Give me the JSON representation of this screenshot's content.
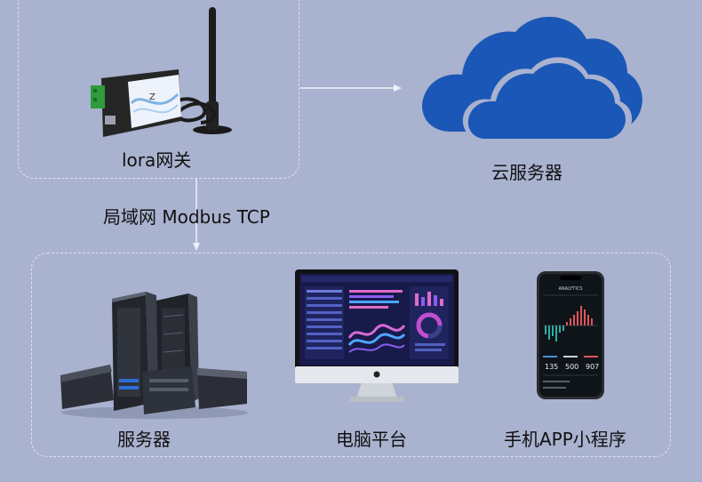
{
  "gateway": {
    "label": "lora网关"
  },
  "cloud": {
    "label": "云服务器"
  },
  "connection": {
    "label": "局域网 Modbus TCP"
  },
  "devices": {
    "server": {
      "label": "服务器"
    },
    "pc": {
      "label": "电脑平台"
    },
    "phone": {
      "label": "手机APP小程序",
      "screen_title": "ANALYTICS",
      "stats": [
        "135",
        "500",
        "907"
      ]
    }
  },
  "colors": {
    "background": "#a9b2cf",
    "cloud": "#1b57b6",
    "dash": "#dfe4f0"
  }
}
